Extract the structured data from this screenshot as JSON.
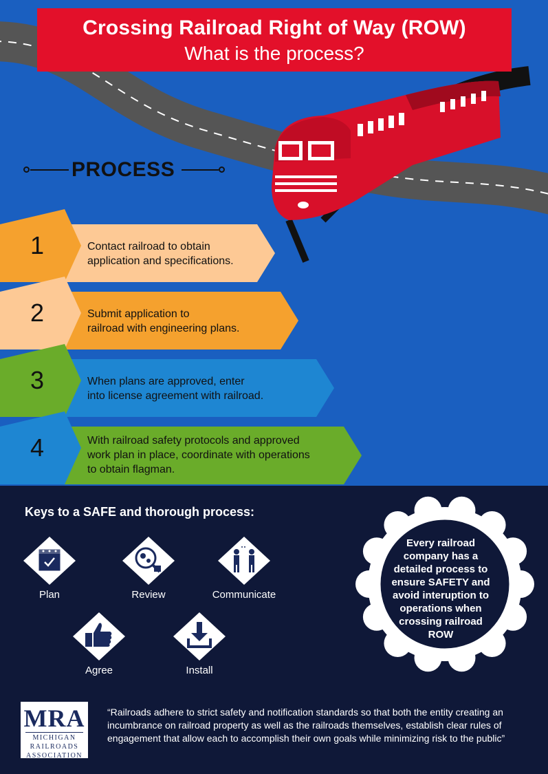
{
  "header": {
    "title": "Crossing Railroad Right of Way (ROW)",
    "subtitle": "What is the process?"
  },
  "process_heading": "PROCESS",
  "steps": [
    {
      "number": "1",
      "line1": "Contact railroad to obtain",
      "line2": "application and specifications.",
      "line3": ""
    },
    {
      "number": "2",
      "line1": "Submit application to",
      "line2": "railroad with engineering plans.",
      "line3": ""
    },
    {
      "number": "3",
      "line1": "When plans are approved, enter",
      "line2": "into license agreement with railroad.",
      "line3": ""
    },
    {
      "number": "4",
      "line1": "With railroad safety protocols and approved",
      "line2": "work plan in place, coordinate with operations",
      "line3": "to obtain flagman."
    }
  ],
  "keys": {
    "title": "Keys to a SAFE and thorough process:",
    "items": [
      {
        "label": "Plan",
        "icon": "calendar-icon"
      },
      {
        "label": "Review",
        "icon": "magnifier-gears-icon"
      },
      {
        "label": "Communicate",
        "icon": "people-talking-icon"
      },
      {
        "label": "Agree",
        "icon": "thumbs-up-icon"
      },
      {
        "label": "Install",
        "icon": "download-icon"
      }
    ]
  },
  "badge": {
    "line1": "Every railroad",
    "line2": "company has a",
    "line3": "detailed process to",
    "line4": "ensure SAFETY and",
    "line5": "avoid interuption to",
    "line6": "operations when",
    "line7": "crossing railroad",
    "line8": "ROW"
  },
  "logo": {
    "big": "MRA",
    "line1": "MICHIGAN",
    "line2": "RAILROADS",
    "line3": "ASSOCIATION"
  },
  "quote": "“Railroads adhere to strict safety and notification standards so that both the entity creating an incumbrance on railroad property as well as the railroads themselves, establish clear rules of engagement that allow each to accomplish their own goals while minimizing risk to the public”",
  "colors": {
    "background_blue": "#1a5fc0",
    "navy": "#0f1838",
    "title_red": "#e3102a",
    "orange": "#f5a12e",
    "peach": "#fdc995",
    "green": "#6aac2a",
    "light_blue": "#1e86d2",
    "train_red": "#d8102a",
    "road_gray": "#555555"
  }
}
